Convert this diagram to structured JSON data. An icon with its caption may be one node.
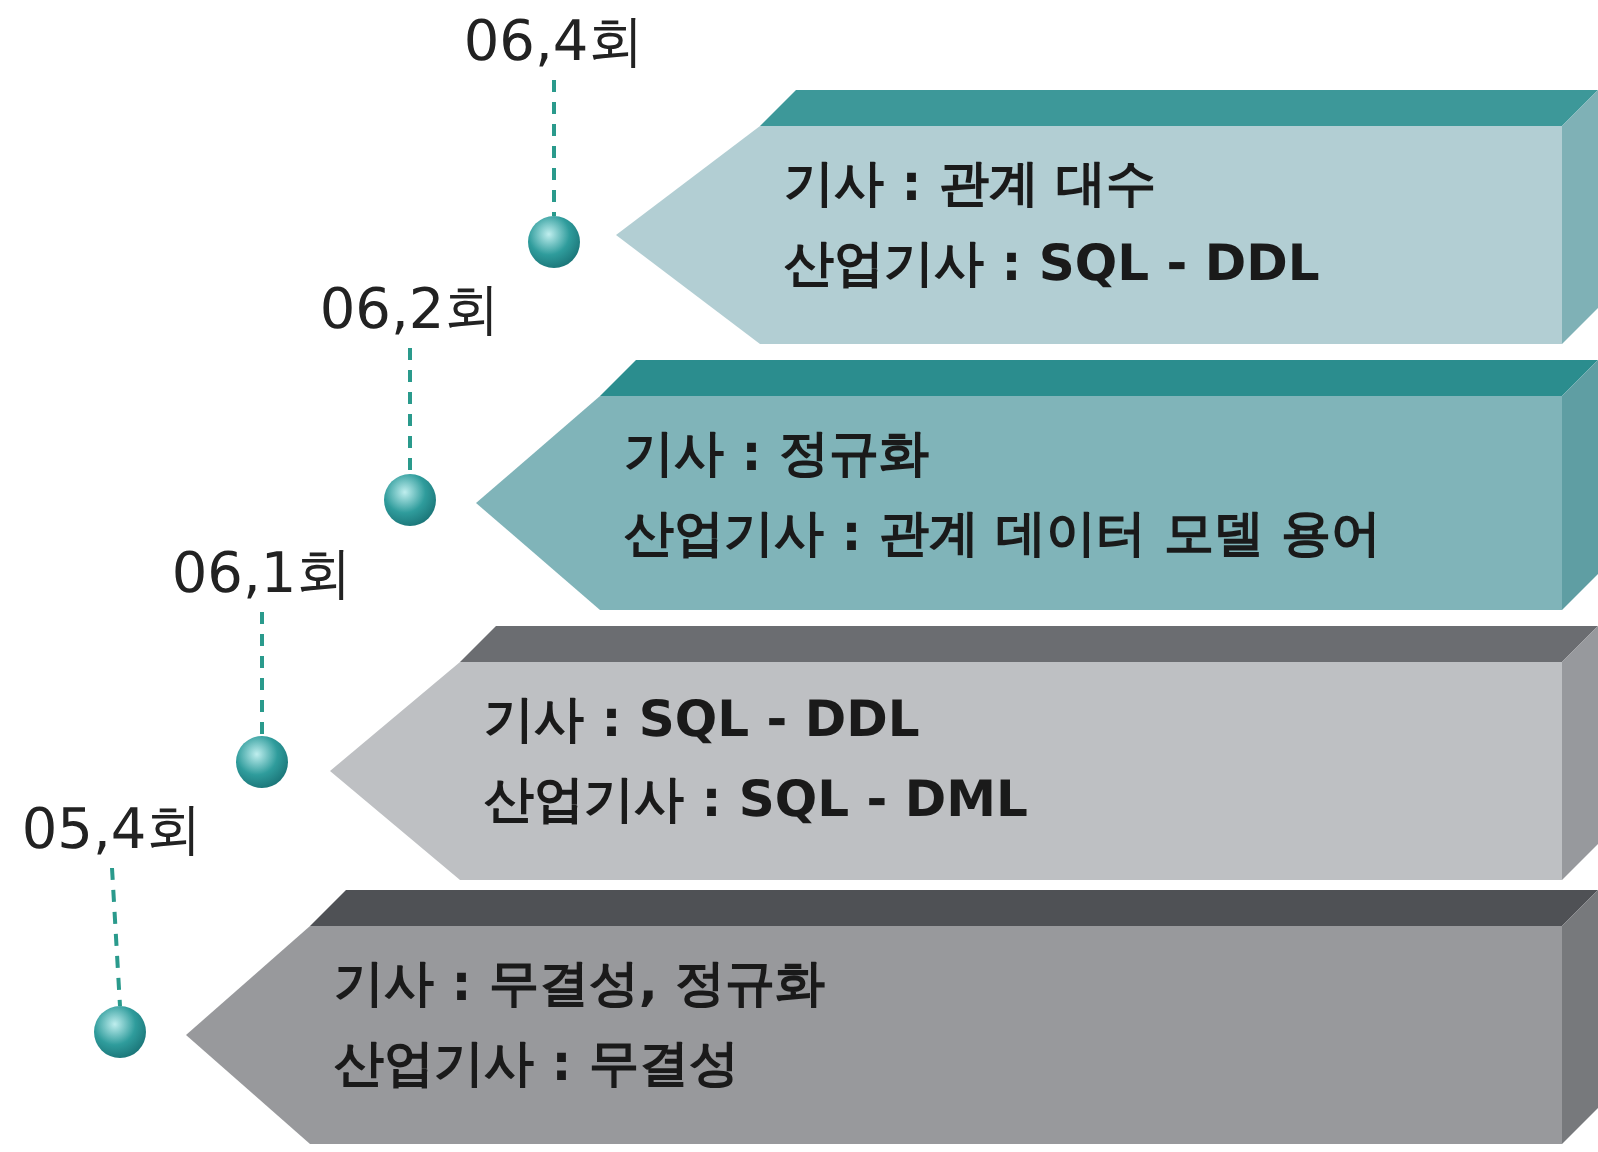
{
  "diagram": {
    "nodes": [
      {
        "text": [
          "06,4회"
        ]
      },
      {
        "text": [],
        "shape": "circle"
      },
      {
        "text": [
          "기사 : 관계 대수",
          "산업기사 : SQL - DDL"
        ]
      },
      {
        "text": [
          "06,2회"
        ]
      },
      {
        "text": [],
        "shape": "circle"
      },
      {
        "text": [
          "기사 : 정규화",
          "산업기사 : 관계 데이터 모델 용어"
        ]
      },
      {
        "text": [
          "06,1회"
        ]
      },
      {
        "text": [],
        "shape": "circle"
      },
      {
        "text": [
          "기사 : SQL - DDL",
          "산업기사 : SQL - DML"
        ]
      },
      {
        "text": [
          "05,4회"
        ]
      },
      {
        "text": [],
        "shape": "circle"
      },
      {
        "text": [
          "기사 : 무결성, 정규화",
          "산업기사 : 무결성"
        ]
      }
    ],
    "edges": [
      {
        "from": 0,
        "to": 1,
        "arrow": "none",
        "style": "dashed"
      },
      {
        "from": 3,
        "to": 4,
        "arrow": "none",
        "style": "dashed"
      },
      {
        "from": 6,
        "to": 7,
        "arrow": "none",
        "style": "dashed"
      },
      {
        "from": 9,
        "to": 10,
        "arrow": "none",
        "style": "dashed"
      }
    ]
  }
}
